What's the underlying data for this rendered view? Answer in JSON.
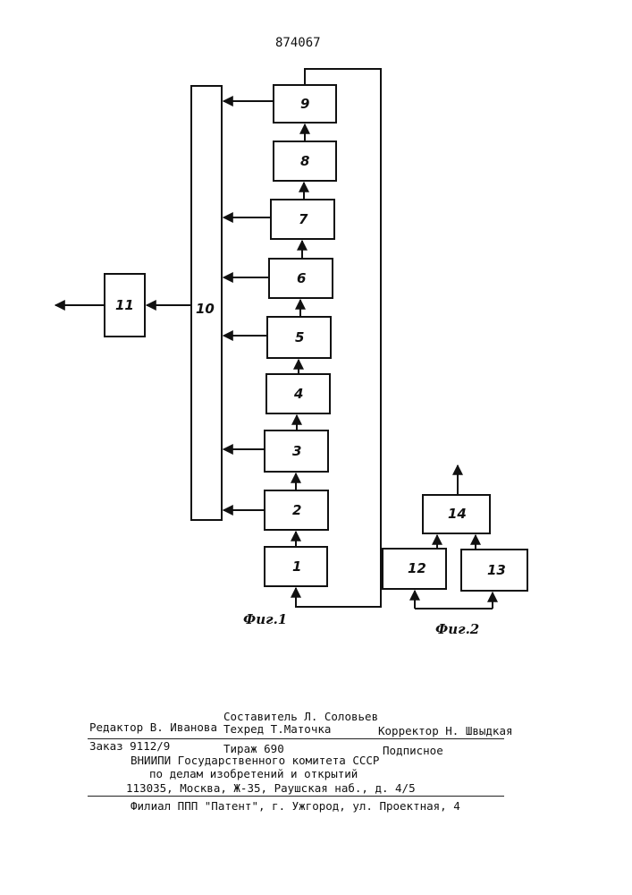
{
  "patent_number": "874067",
  "fig1": {
    "caption": "Фиг.1",
    "blocks": [
      {
        "id": "1",
        "label": "1"
      },
      {
        "id": "2",
        "label": "2"
      },
      {
        "id": "3",
        "label": "3"
      },
      {
        "id": "4",
        "label": "4"
      },
      {
        "id": "5",
        "label": "5"
      },
      {
        "id": "6",
        "label": "6"
      },
      {
        "id": "7",
        "label": "7"
      },
      {
        "id": "8",
        "label": "8"
      },
      {
        "id": "9",
        "label": "9"
      },
      {
        "id": "10",
        "label": "10"
      },
      {
        "id": "11",
        "label": "11"
      }
    ]
  },
  "fig2": {
    "caption": "Фиг.2",
    "blocks": [
      {
        "id": "12",
        "label": "12"
      },
      {
        "id": "13",
        "label": "13"
      },
      {
        "id": "14",
        "label": "14"
      }
    ]
  },
  "footer": {
    "editor": "Редактор В. Иванова",
    "compiler": "Составитель Л. Соловьев",
    "techred": "Техред Т.Маточка",
    "corrector": "Корректор Н. Швыдкая",
    "order": "Заказ 9112/9",
    "circulation": "Тираж 690",
    "subscription": "Подписное",
    "org_line1": "ВНИИПИ Государственного комитета СССР",
    "org_line2": "по делам изобретений и открытий",
    "org_line3": "113035, Москва, Ж-35, Раушская наб., д. 4/5",
    "branch": "Филиал ППП \"Патент\", г. Ужгород, ул. Проектная, 4"
  }
}
